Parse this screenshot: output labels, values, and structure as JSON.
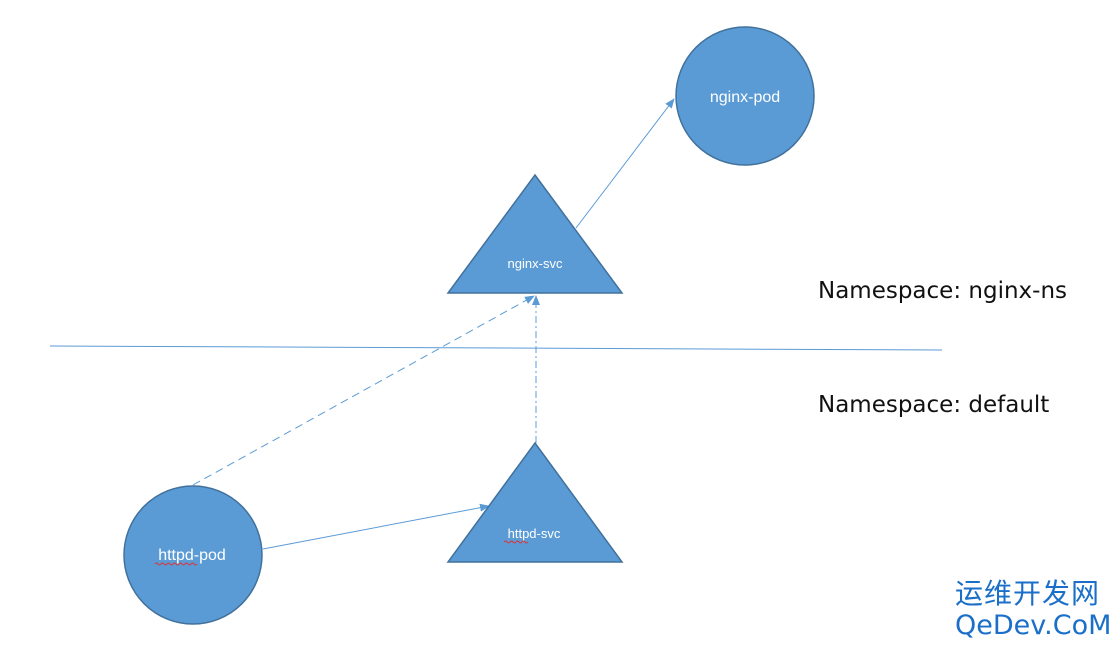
{
  "nodes": {
    "nginx_pod": "nginx-pod",
    "nginx_svc": "nginx-svc",
    "httpd_pod": "httpd-pod",
    "httpd_svc": "httpd-svc"
  },
  "namespaces": {
    "top": "Namespace: nginx-ns",
    "bottom": "Namespace: default"
  },
  "watermark": {
    "cn": "运维开发网",
    "en": "QeDev.CoM"
  },
  "colors": {
    "fill": "#5b9bd5",
    "stroke": "#41719c",
    "line": "#5b9bd5",
    "watermark": "#1a6fc9"
  }
}
